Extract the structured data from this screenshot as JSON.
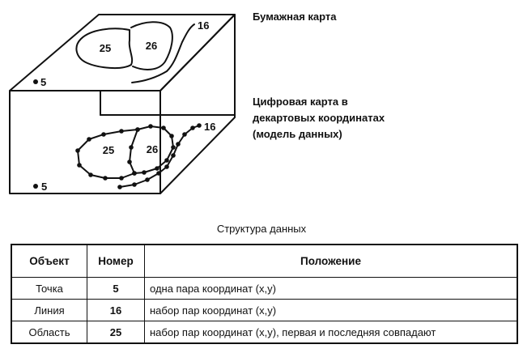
{
  "diagram": {
    "paper_map": {
      "region_labels": [
        "25",
        "26"
      ],
      "line_label": "16",
      "point_label": "5"
    },
    "digital_map": {
      "region_labels": [
        "25",
        "26"
      ],
      "line_label": "16",
      "point_label": "5"
    },
    "captions": {
      "paper_map": "Бумажная карта",
      "digital_map": [
        "Цифровая карта в",
        "декартовых координатах",
        "(модель данных)"
      ]
    }
  },
  "data_structure": {
    "title": "Структура данных",
    "headers": [
      "Объект",
      "Номер",
      "Положение"
    ],
    "rows": [
      {
        "object": "Точка",
        "number": "5",
        "position": "одна пара координат (x,y)"
      },
      {
        "object": "Линия",
        "number": "16",
        "position": "набор пар координат (x,y)"
      },
      {
        "object": "Область",
        "number": "25",
        "position": "набор пар координат (x,y), первая и последняя совпадают"
      }
    ]
  }
}
